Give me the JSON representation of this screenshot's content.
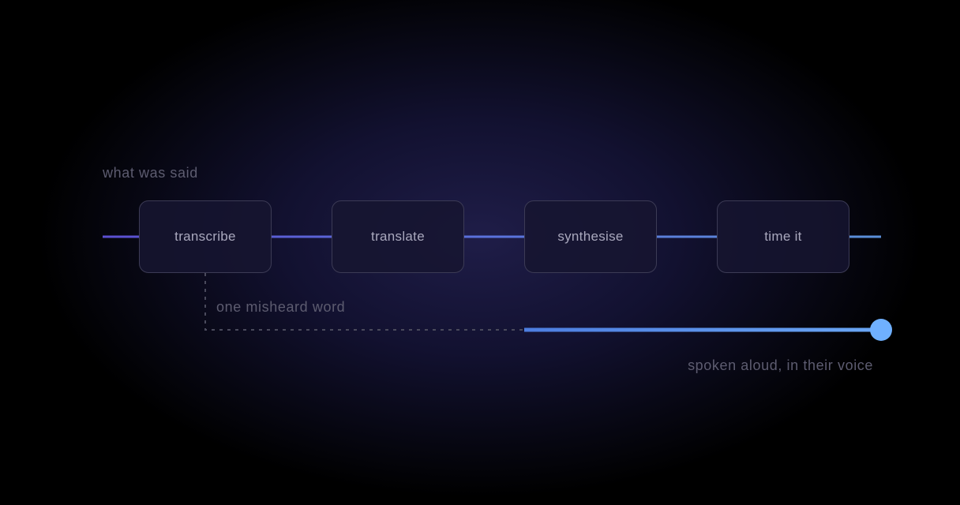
{
  "input_label": "what was said",
  "steps": [
    {
      "label": "transcribe"
    },
    {
      "label": "translate"
    },
    {
      "label": "synthesise"
    },
    {
      "label": "time it"
    }
  ],
  "error_label": "one misheard word",
  "output_label": "spoken aloud, in their voice",
  "colors": {
    "line_start": "#5b4fd0",
    "line_end": "#5a8fd8",
    "output_line": "#5b8fe8",
    "output_dot": "#6fb0ff",
    "dashed": "#4a4a5c",
    "node_border": "#3c3b55",
    "label_text": "#5d5c70",
    "node_text": "#a9a8bd"
  }
}
